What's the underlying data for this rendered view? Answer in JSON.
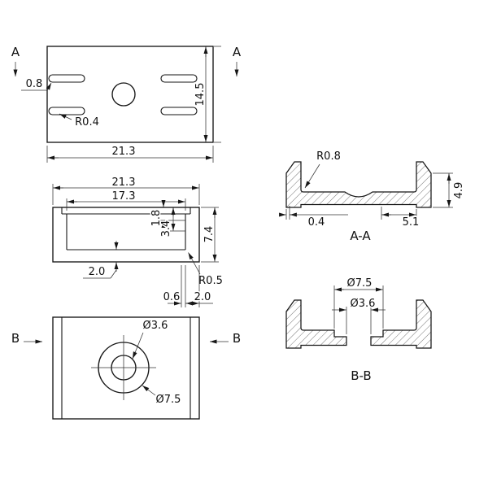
{
  "colors": {
    "line": "#161616",
    "background": "#ffffff"
  },
  "views": {
    "top": {
      "section_a_left": "A",
      "section_a_right": "A",
      "dim_slot_width": "0.8",
      "radius_slot": "R0.4",
      "dim_width": "21.3",
      "dim_height": "14.5"
    },
    "front": {
      "dim_width": "21.3",
      "dim_inner_width": "17.3",
      "dim_slot_depth": "1.8",
      "dim_step_depth": "3.4",
      "dim_height": "7.4",
      "dim_base_thickness": "2.0",
      "radius_inner": "R0.5",
      "dim_lip": "0.6",
      "dim_wall": "2.0"
    },
    "bottom": {
      "section_b_left": "B",
      "section_b_right": "B",
      "dia_hole": "Ø3.6",
      "dia_counterbore": "Ø7.5"
    },
    "section_aa": {
      "label": "A-A",
      "radius_fillet": "R0.8",
      "dim_height": "4.9",
      "dim_lip": "0.4",
      "dim_flat": "5.1"
    },
    "section_bb": {
      "label": "B-B",
      "dia_counterbore": "Ø7.5",
      "dia_hole": "Ø3.6"
    }
  }
}
